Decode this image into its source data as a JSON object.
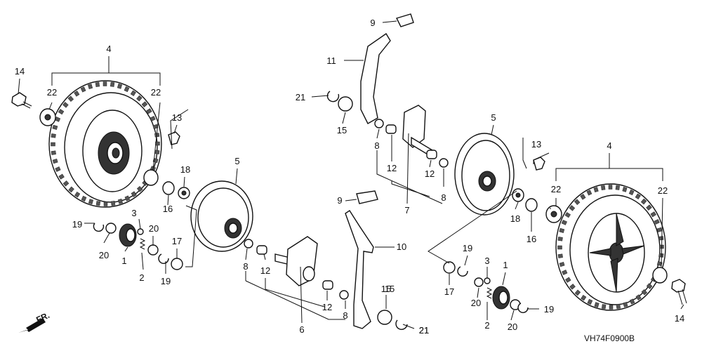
{
  "diagram": {
    "drawing_code": "VH74F0900B",
    "direction_label": "FR.",
    "callouts": [
      "14",
      "4",
      "22",
      "22",
      "13",
      "18",
      "16",
      "19",
      "3",
      "20",
      "17",
      "1",
      "2",
      "20",
      "19",
      "5",
      "8",
      "12",
      "12",
      "8",
      "6",
      "9",
      "10",
      "15",
      "21",
      "9",
      "11",
      "21",
      "15",
      "8",
      "12",
      "7",
      "12",
      "8",
      "5",
      "13",
      "4",
      "22",
      "22",
      "18",
      "16",
      "19",
      "3",
      "17",
      "1",
      "20",
      "2",
      "20",
      "19",
      "15",
      "21",
      "14"
    ]
  }
}
